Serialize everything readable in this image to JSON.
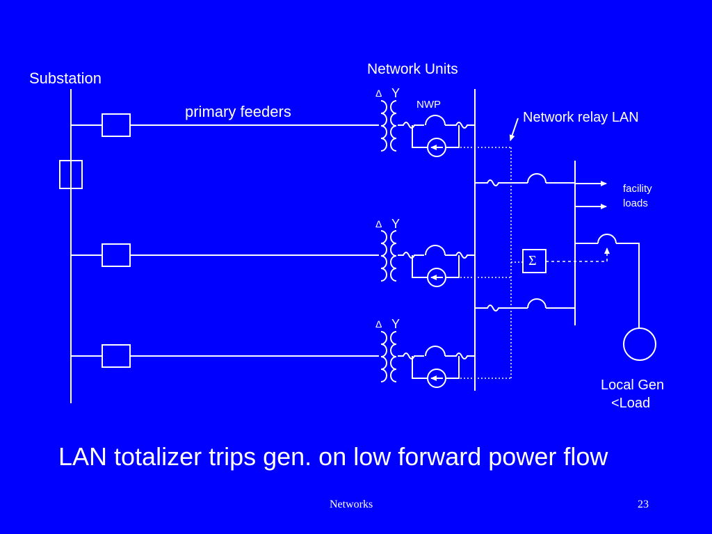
{
  "colors": {
    "background": "#0000FF",
    "foreground": "#FFFFFF"
  },
  "labels": {
    "substation": "Substation",
    "network_units": "Network Units",
    "primary_feeders": "primary feeders",
    "nwp": "NWP",
    "network_relay_lan": "Network relay LAN",
    "facility_loads": [
      "facility",
      "loads"
    ],
    "local_gen": [
      "Local Gen",
      "<Load"
    ],
    "delta": "Δ",
    "wye": "Y",
    "totalizer": "Σ"
  },
  "caption": "LAN totalizer trips gen. on low forward power flow",
  "footer": {
    "title": "Networks",
    "page": "23"
  },
  "icons": {
    "relay": "relay-arrow-circle-icon",
    "generator": "generator-circle-icon",
    "breaker": "breaker-box-icon",
    "transformer": "transformer-coil-icon"
  }
}
